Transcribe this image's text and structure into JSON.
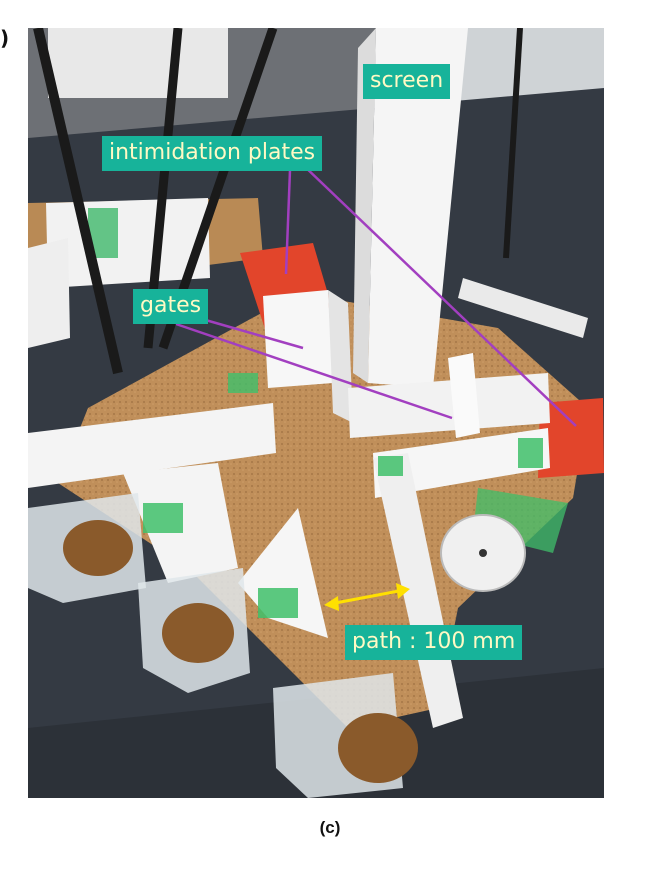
{
  "figure": {
    "caption": "(c)",
    "panel_letter": ")"
  },
  "labels": {
    "screen": "screen",
    "intimidation_plates": "intimidation plates",
    "gates": "gates",
    "path": "path : 100 mm"
  },
  "colors": {
    "label_bg": "#17b39a",
    "label_text": "#fff9c4",
    "leader_line": "#a23fc0",
    "dimension_arrow": "#ffe000",
    "cork": "#c08f5a",
    "plate_red": "#e2452b"
  }
}
